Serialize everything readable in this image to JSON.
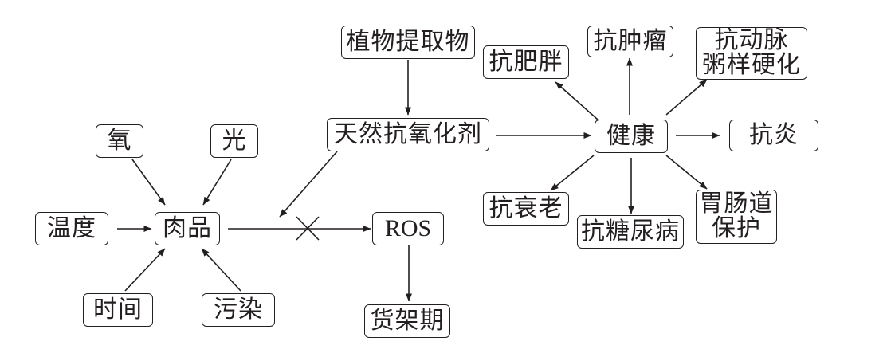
{
  "nodes": {
    "oxygen": "氧",
    "light": "光",
    "temperature": "温度",
    "meat": "肉品",
    "time": "时间",
    "pollution": "污染",
    "ros": "ROS",
    "shelf_life": "货架期",
    "plant_extract": "植物提取物",
    "natural_antioxidant": "天然抗氧化剂",
    "health": "健康",
    "anti_obesity": "抗肥胖",
    "anti_tumor": "抗肿瘤",
    "anti_atherosclerosis": [
      "抗动脉",
      "粥样硬化"
    ],
    "anti_inflammatory": "抗炎",
    "anti_aging": "抗衰老",
    "anti_diabetes": "抗糖尿病",
    "gut_protection": [
      "胃肠道",
      "保护"
    ]
  },
  "colors": {
    "line": "#231f20",
    "background": "#ffffff"
  }
}
